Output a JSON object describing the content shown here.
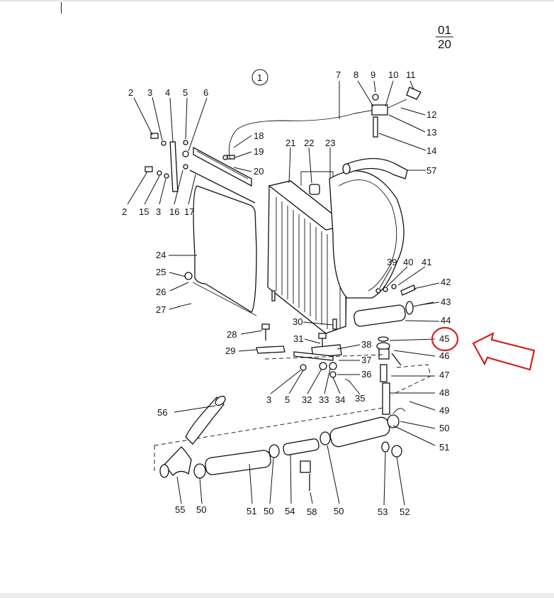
{
  "page": {
    "number_top": "01",
    "number_bottom": "20",
    "group_marker": "1"
  },
  "callouts": [
    {
      "id": "c2a",
      "text": "2"
    },
    {
      "id": "c3a",
      "text": "3"
    },
    {
      "id": "c4",
      "text": "4"
    },
    {
      "id": "c5a",
      "text": "5"
    },
    {
      "id": "c6",
      "text": "6"
    },
    {
      "id": "c7",
      "text": "7"
    },
    {
      "id": "c8",
      "text": "8"
    },
    {
      "id": "c9",
      "text": "9"
    },
    {
      "id": "c10",
      "text": "10"
    },
    {
      "id": "c11",
      "text": "11"
    },
    {
      "id": "c12",
      "text": "12"
    },
    {
      "id": "c13",
      "text": "13"
    },
    {
      "id": "c14",
      "text": "14"
    },
    {
      "id": "c18",
      "text": "18"
    },
    {
      "id": "c19",
      "text": "19"
    },
    {
      "id": "c20",
      "text": "20"
    },
    {
      "id": "c21",
      "text": "21"
    },
    {
      "id": "c22",
      "text": "22"
    },
    {
      "id": "c23",
      "text": "23"
    },
    {
      "id": "c57",
      "text": "57"
    },
    {
      "id": "c2b",
      "text": "2"
    },
    {
      "id": "c15",
      "text": "15"
    },
    {
      "id": "c3b",
      "text": "3"
    },
    {
      "id": "c16",
      "text": "16"
    },
    {
      "id": "c17",
      "text": "17"
    },
    {
      "id": "c24",
      "text": "24"
    },
    {
      "id": "c25",
      "text": "25"
    },
    {
      "id": "c26",
      "text": "26"
    },
    {
      "id": "c27",
      "text": "27"
    },
    {
      "id": "c39",
      "text": "39"
    },
    {
      "id": "c40",
      "text": "40"
    },
    {
      "id": "c41",
      "text": "41"
    },
    {
      "id": "c42",
      "text": "42"
    },
    {
      "id": "c43",
      "text": "43"
    },
    {
      "id": "c44",
      "text": "44"
    },
    {
      "id": "c30",
      "text": "30"
    },
    {
      "id": "c28",
      "text": "28"
    },
    {
      "id": "c31",
      "text": "31"
    },
    {
      "id": "c45",
      "text": "45"
    },
    {
      "id": "c38",
      "text": "38"
    },
    {
      "id": "c46",
      "text": "46"
    },
    {
      "id": "c29",
      "text": "29"
    },
    {
      "id": "c37",
      "text": "37"
    },
    {
      "id": "c47",
      "text": "47"
    },
    {
      "id": "c36",
      "text": "36"
    },
    {
      "id": "c48",
      "text": "48"
    },
    {
      "id": "c3c",
      "text": "3"
    },
    {
      "id": "c5b",
      "text": "5"
    },
    {
      "id": "c32",
      "text": "32"
    },
    {
      "id": "c33",
      "text": "33"
    },
    {
      "id": "c34",
      "text": "34"
    },
    {
      "id": "c35",
      "text": "35"
    },
    {
      "id": "c49",
      "text": "49"
    },
    {
      "id": "c56",
      "text": "56"
    },
    {
      "id": "c50a",
      "text": "50"
    },
    {
      "id": "c51a",
      "text": "51"
    },
    {
      "id": "c53",
      "text": "53"
    },
    {
      "id": "c52",
      "text": "52"
    },
    {
      "id": "c55",
      "text": "55"
    },
    {
      "id": "c50b",
      "text": "50"
    },
    {
      "id": "c51b",
      "text": "51"
    },
    {
      "id": "c50c",
      "text": "50"
    },
    {
      "id": "c54",
      "text": "54"
    },
    {
      "id": "c58",
      "text": "58"
    },
    {
      "id": "c50d",
      "text": "50"
    }
  ],
  "highlight": {
    "part_number": "45",
    "color": "#d42020"
  }
}
